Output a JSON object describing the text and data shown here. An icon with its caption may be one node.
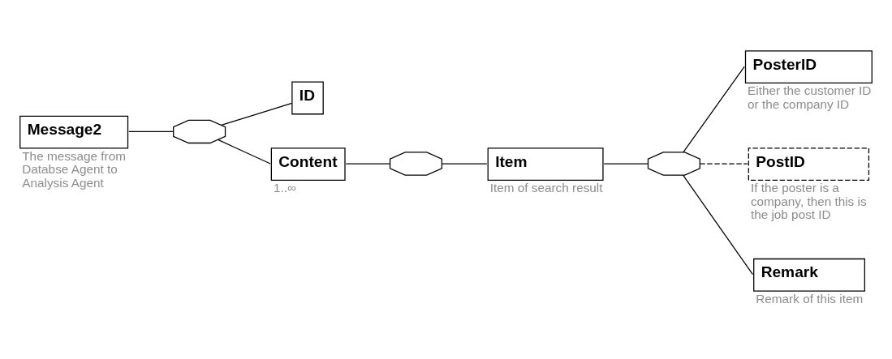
{
  "diagram": {
    "nodes": [
      {
        "text": [
          "Message2"
        ],
        "beside": [
          "The message from Databse Agent to Analysis Agent"
        ]
      },
      {
        "text": [],
        "shape": "octagon"
      },
      {
        "text": [
          "ID"
        ]
      },
      {
        "text": [
          "Content"
        ],
        "beside": [
          "1..∞"
        ]
      },
      {
        "text": [],
        "shape": "octagon"
      },
      {
        "text": [
          "Item"
        ],
        "beside": [
          "Item of search result"
        ]
      },
      {
        "text": [],
        "shape": "octagon"
      },
      {
        "text": [
          "PosterID"
        ],
        "beside": [
          "Either the customer ID or the company ID"
        ]
      },
      {
        "text": [
          "PostID"
        ],
        "beside": [
          "If the poster is a company, then this is the job post ID"
        ]
      },
      {
        "text": [
          "Remark"
        ],
        "beside": [
          "Remark of this item"
        ]
      }
    ],
    "edges": [
      {
        "from": 0,
        "to": 1,
        "arrow": "none"
      },
      {
        "from": 1,
        "to": 2,
        "arrow": "none"
      },
      {
        "from": 1,
        "to": 3,
        "arrow": "none"
      },
      {
        "from": 3,
        "to": 4,
        "arrow": "none"
      },
      {
        "from": 4,
        "to": 5,
        "arrow": "none"
      },
      {
        "from": 5,
        "to": 6,
        "arrow": "none"
      },
      {
        "from": 6,
        "to": 7,
        "arrow": "none"
      },
      {
        "from": 6,
        "to": 8,
        "arrow": "none",
        "style": "dashed"
      },
      {
        "from": 6,
        "to": 9,
        "arrow": "none"
      }
    ]
  }
}
